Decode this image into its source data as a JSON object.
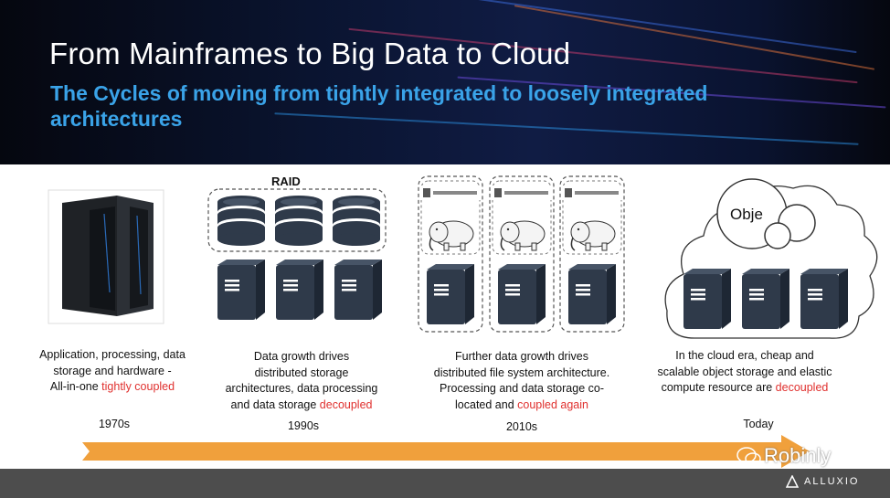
{
  "header": {
    "title": "From Mainframes to Big Data to Cloud",
    "subtitle": "The Cycles of moving from tightly integrated to loosely integrated architectures"
  },
  "raid_label": "RAID",
  "cloud_label": "Obje",
  "columns": [
    {
      "era": "1970s",
      "lines": [
        "Application, processing, data",
        "storage and hardware -"
      ],
      "last_plain": "All-in-one ",
      "last_red": "tightly coupled"
    },
    {
      "era": "1990s",
      "lines": [
        "Data growth drives",
        "distributed storage",
        "architectures, data processing"
      ],
      "last_plain": "and data storage ",
      "last_red": "decoupled"
    },
    {
      "era": "2010s",
      "lines": [
        "Further data growth drives",
        "distributed file system architecture.",
        "Processing and data storage co-"
      ],
      "last_plain": "located and ",
      "last_red": "coupled again"
    },
    {
      "era": "Today",
      "lines": [
        "In the cloud era,  cheap and",
        "scalable object storage and elastic"
      ],
      "last_plain": "compute resource are ",
      "last_red": "decoupled"
    }
  ],
  "watermark": "Robinly",
  "brand": "ALLUXIO",
  "colors": {
    "accent_blue": "#3aa3e8",
    "highlight_red": "#e0312f",
    "arrow_orange": "#f0a03c",
    "server_dark": "#2f3a4a"
  }
}
